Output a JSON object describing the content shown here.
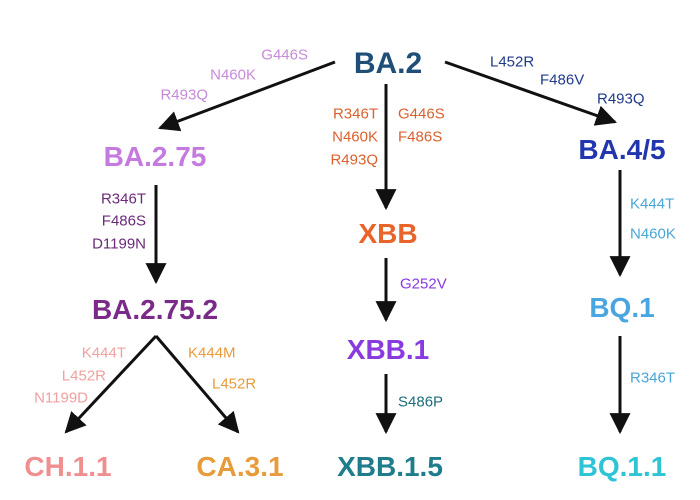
{
  "colors": {
    "ba2": "#1f4e79",
    "ba275": "#c57ae0",
    "ba45": "#2236b0",
    "xbb": "#e8642a",
    "ba2752": "#7b2a8a",
    "bq1": "#4aa6e0",
    "xbb1": "#8a3be0",
    "ch11": "#f08f8f",
    "ca31": "#e89b3a",
    "xbb15": "#1f7c8c",
    "bq11": "#2ec4d6",
    "mut_ba275": "#c78ad8",
    "mut_ba45": "#1f3a8a",
    "mut_xbb": "#d9612e",
    "mut_ba2752": "#6b2a7a",
    "mut_bq1": "#4aa6d6",
    "mut_xbb1": "#8a3be0",
    "mut_ch11": "#f0a0a0",
    "mut_ca31": "#e89b3a",
    "mut_xbb15": "#1f6c7c",
    "mut_bq11": "#4aa6d6",
    "arrow": "#111111"
  },
  "nodes": {
    "ba2": "BA.2",
    "ba275": "BA.2.75",
    "ba45": "BA.4/5",
    "xbb": "XBB",
    "ba2752": "BA.2.75.2",
    "bq1": "BQ.1",
    "xbb1": "XBB.1",
    "ch11": "CH.1.1",
    "ca31": "CA.3.1",
    "xbb15": "XBB.1.5",
    "bq11": "BQ.1.1"
  },
  "mutations": {
    "ba2_ba275": [
      "G446S",
      "N460K",
      "R493Q"
    ],
    "ba2_ba45": [
      "L452R",
      "F486V",
      "R493Q"
    ],
    "ba2_xbb_left": [
      "R346T",
      "N460K",
      "R493Q"
    ],
    "ba2_xbb_right": [
      "G446S",
      "F486S"
    ],
    "ba275_ba2752": [
      "R346T",
      "F486S",
      "D1199N"
    ],
    "ba45_bq1": [
      "K444T",
      "N460K"
    ],
    "xbb_xbb1": [
      "G252V"
    ],
    "bq1_bq11": [
      "R346T"
    ],
    "ba2752_ch11": [
      "K444T",
      "L452R",
      "N1199D"
    ],
    "ba2752_ca31": [
      "K444M",
      "L452R"
    ],
    "xbb1_xbb15": [
      "S486P"
    ]
  }
}
